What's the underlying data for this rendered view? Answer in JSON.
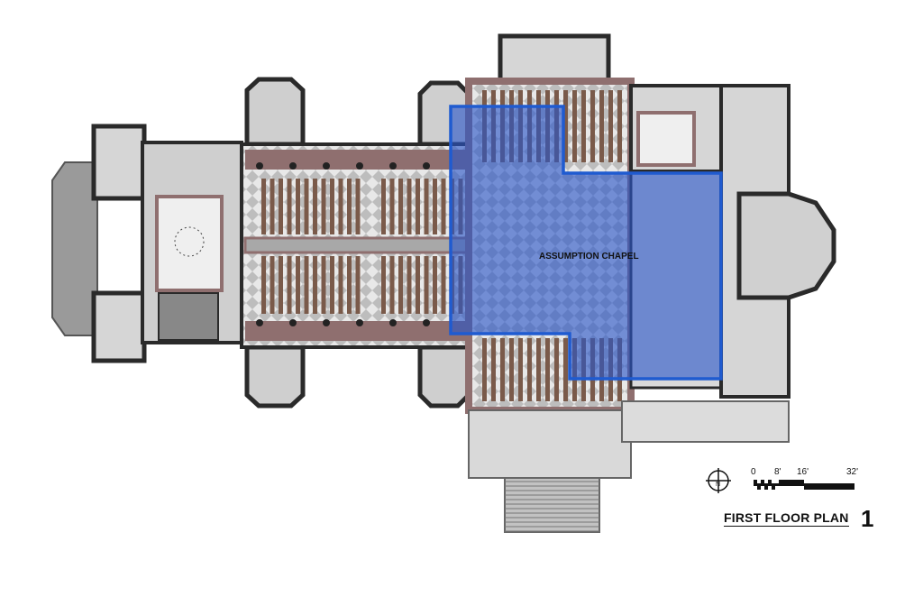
{
  "plan": {
    "title": "FIRST FLOOR PLAN",
    "sheet_number": "1",
    "highlight_label": "ASSUMPTION CHAPEL",
    "north_label": "N",
    "scale_labels": [
      "0",
      "8'",
      "16'",
      "32'"
    ]
  },
  "colors": {
    "highlight_fill": "#2a55c8",
    "highlight_stroke": "#1f5bd0",
    "wall": "#2a2a2a",
    "floor_gray": "#c8c8c8",
    "tile_light": "#e6e6e6",
    "tile_dark": "#bdbdbd",
    "pew": "#7a5a4a",
    "accent_band": "#8f6f6f"
  }
}
